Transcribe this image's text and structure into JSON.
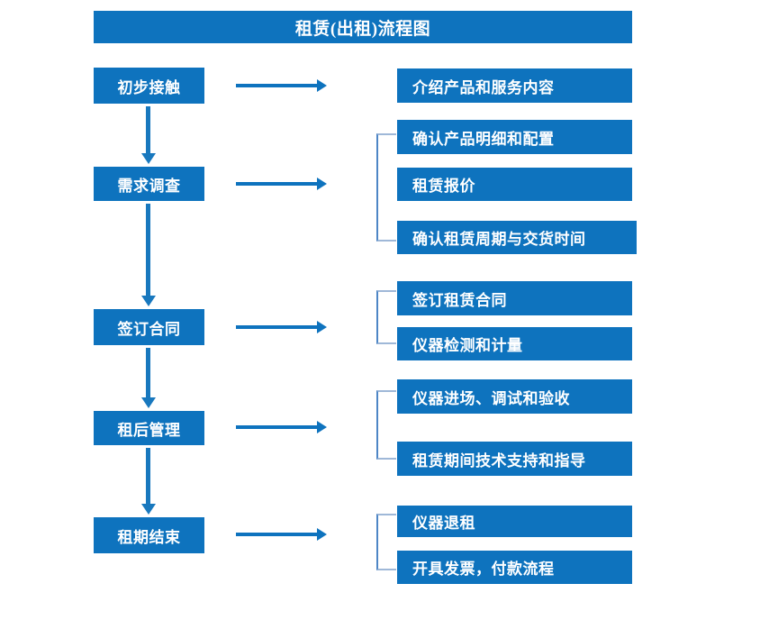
{
  "title": {
    "text": "租赁(出租)流程图"
  },
  "colors": {
    "box_fill": "#0E73BE",
    "box_text": "#FFFFFF",
    "arrow": "#0E73BE",
    "v_arrow": "#1878BE",
    "bracket_vertical": "#4E86C6",
    "bracket_horizontal": "#9FB8D8",
    "background": "#FFFFFF"
  },
  "stages": [
    {
      "label": "初步接触"
    },
    {
      "label": "需求调查"
    },
    {
      "label": "签订合同"
    },
    {
      "label": "租后管理"
    },
    {
      "label": "租期结束"
    }
  ],
  "details": [
    {
      "label": "介绍产品和服务内容"
    },
    {
      "label": "确认产品明细和配置"
    },
    {
      "label": "租赁报价"
    },
    {
      "label": "确认租赁周期与交货时间"
    },
    {
      "label": "签订租赁合同"
    },
    {
      "label": "仪器检测和计量"
    },
    {
      "label": "仪器进场、调试和验收"
    },
    {
      "label": "租赁期间技术支持和指导"
    },
    {
      "label": "仪器退租"
    },
    {
      "label": "开具发票，付款流程"
    }
  ]
}
